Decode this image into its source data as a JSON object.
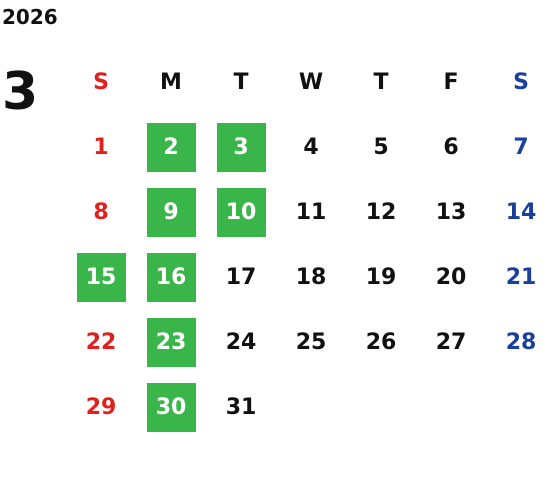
{
  "calendar": {
    "year": "2026",
    "month": "3",
    "weekdays": [
      "S",
      "M",
      "T",
      "W",
      "T",
      "F",
      "S"
    ],
    "days": [
      [
        "",
        "",
        "",
        "",
        "",
        "",
        ""
      ],
      [
        "1",
        "2",
        "3",
        "4",
        "5",
        "6",
        "7"
      ],
      [
        "8",
        "9",
        "10",
        "11",
        "12",
        "13",
        "14"
      ],
      [
        "15",
        "16",
        "17",
        "18",
        "19",
        "20",
        "21"
      ],
      [
        "22",
        "23",
        "24",
        "25",
        "26",
        "27",
        "28"
      ],
      [
        "29",
        "30",
        "31",
        "",
        "",
        "",
        ""
      ]
    ],
    "highlighted": [
      "2",
      "3",
      "9",
      "10",
      "15",
      "16",
      "23",
      "30"
    ]
  },
  "colors": {
    "sunday": "#e0201c",
    "saturday": "#1a3f9c",
    "weekday": "#111111",
    "highlight_bg": "#3ab54a",
    "highlight_text": "#ffffff"
  }
}
